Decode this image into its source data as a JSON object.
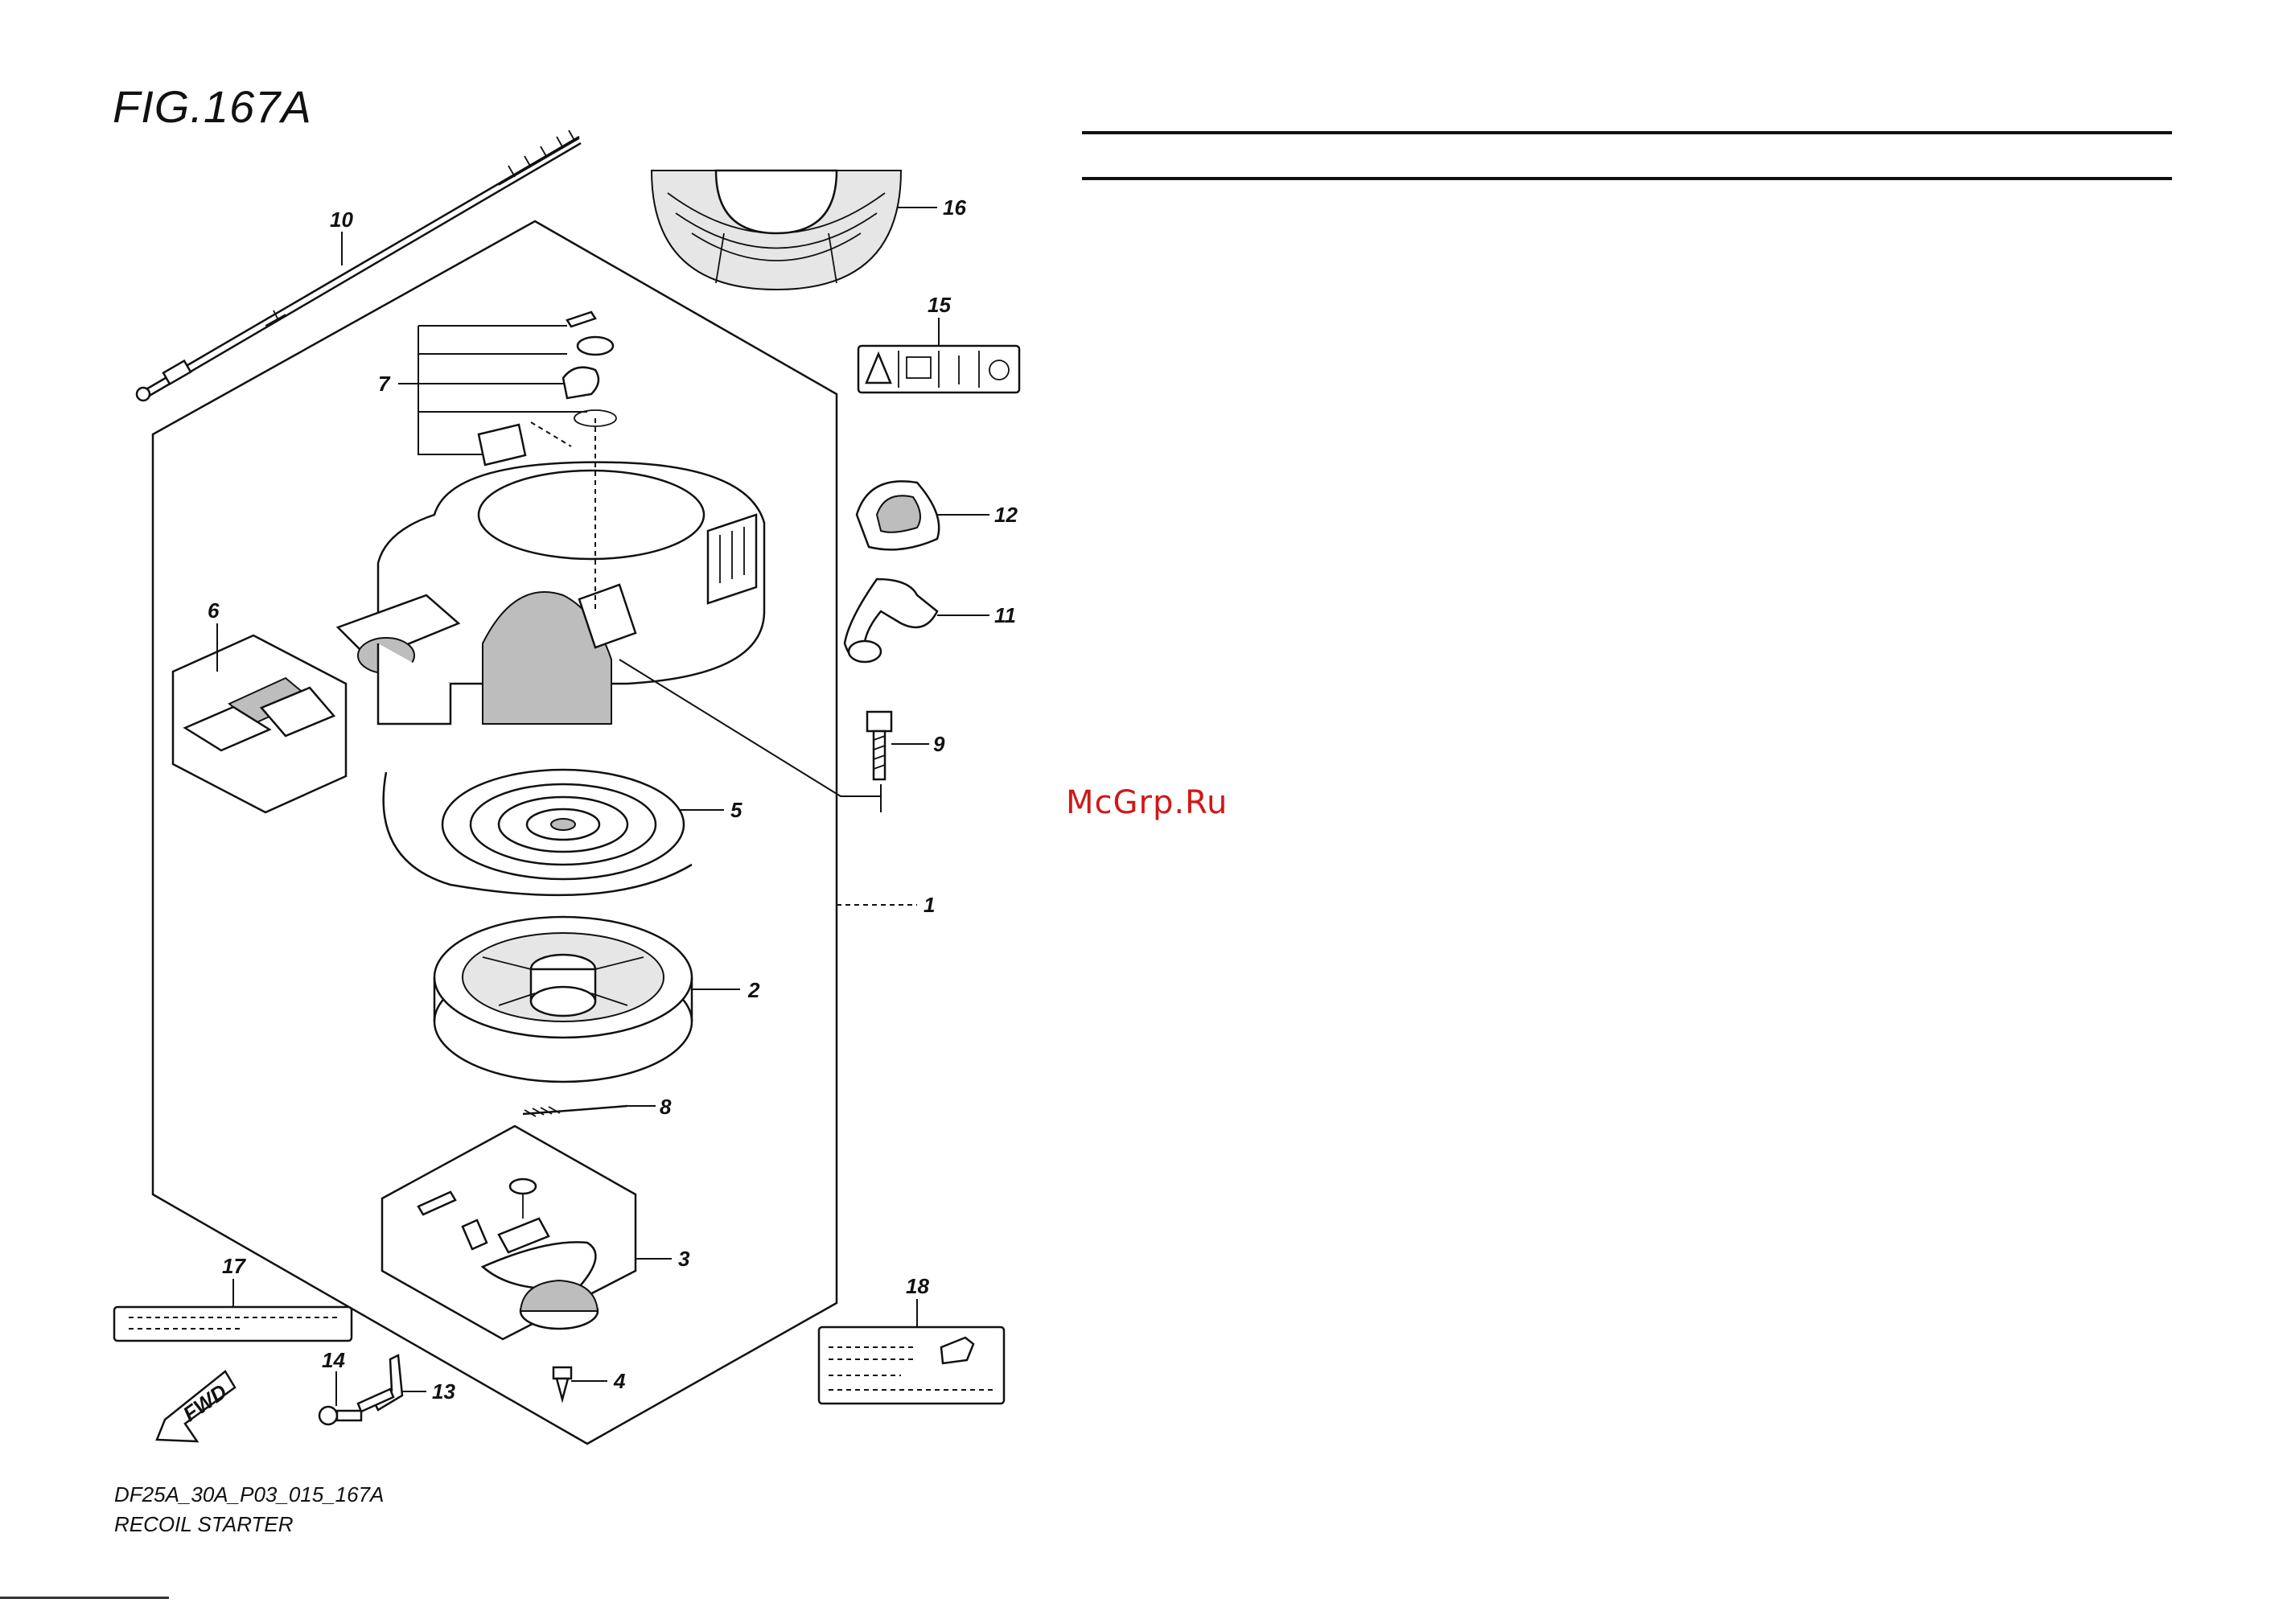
{
  "figure": {
    "title": "FIG.167A",
    "model_code": "DF25A_30A_P03_015_167A",
    "subtitle": "RECOIL STARTER"
  },
  "watermark": "McGrp.Ru",
  "callouts": {
    "c1": "1",
    "c2": "2",
    "c3": "3",
    "c4": "4",
    "c5": "5",
    "c6": "6",
    "c7": "7",
    "c8": "8",
    "c9": "9",
    "c10": "10",
    "c11": "11",
    "c12": "12",
    "c13": "13",
    "c14": "14",
    "c15": "15",
    "c16": "16",
    "c17": "17",
    "c18": "18"
  },
  "fwd_arrow_label": "FWD"
}
